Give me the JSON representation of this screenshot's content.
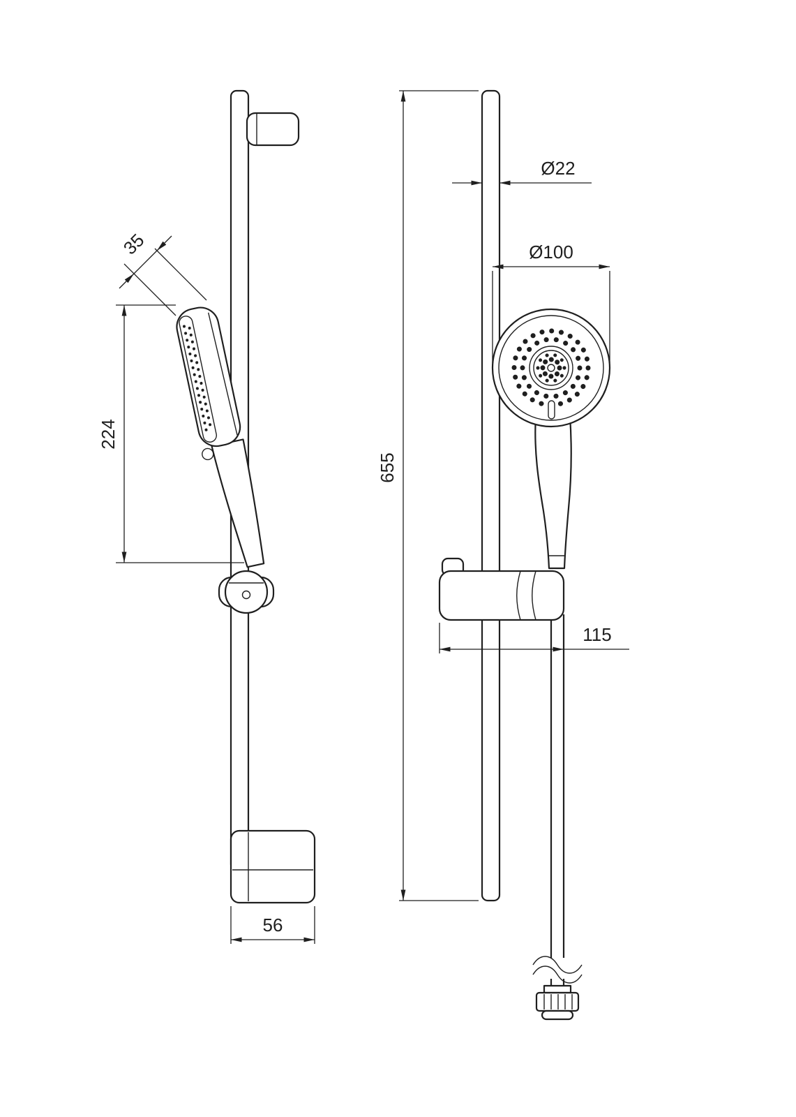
{
  "drawing": {
    "background_color": "#ffffff",
    "line_color": "#1f1f1f",
    "dims": {
      "side": {
        "head_width": "35",
        "handset_length": "224",
        "base_width": "56"
      },
      "front": {
        "bar_diameter": "Ø22",
        "head_diameter": "Ø100",
        "bar_length": "655",
        "holder_width": "115"
      }
    }
  }
}
